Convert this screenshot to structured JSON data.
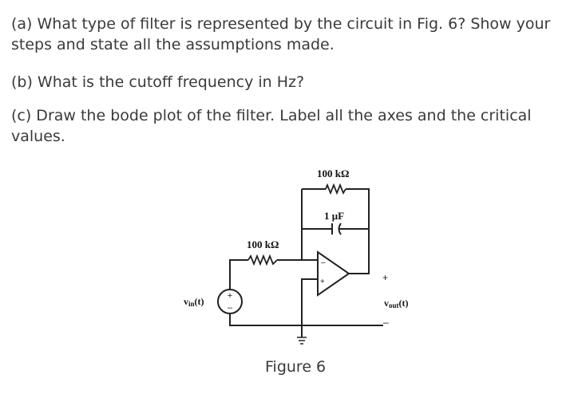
{
  "questions": {
    "a": "(a) What type of filter is represented by the circuit in Fig. 6? Show your steps and state all the assumptions made.",
    "b": "(b) What is the cutoff frequency in Hz?",
    "c": "(c) Draw the bode plot of the filter. Label all the axes and the critical values."
  },
  "figure": {
    "caption": "Figure 6",
    "feedback_resistor": "100 kΩ",
    "feedback_capacitor": "1 μF",
    "input_resistor": "100 kΩ",
    "source_label": "v",
    "source_sub": "in",
    "source_arg": "(t)",
    "output_label": "v",
    "output_sub": "out",
    "output_arg": "(t)",
    "plus_sign": "+",
    "minus_sign": "–"
  }
}
